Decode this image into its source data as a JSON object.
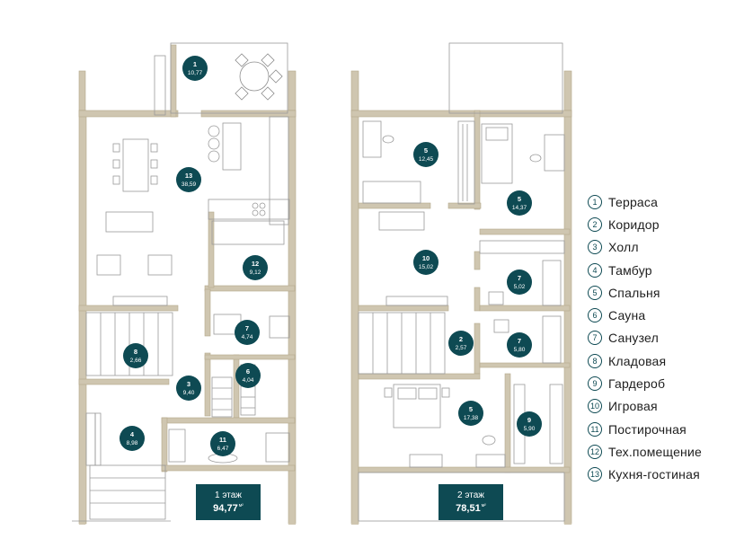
{
  "floors": [
    {
      "title": "1 этаж",
      "area": "94,77",
      "unit": "м²",
      "rooms": [
        {
          "num": "1",
          "area": "10,77"
        },
        {
          "num": "13",
          "area": "38,59"
        },
        {
          "num": "12",
          "area": "9,12"
        },
        {
          "num": "7",
          "area": "4,74"
        },
        {
          "num": "8",
          "area": "2,66"
        },
        {
          "num": "3",
          "area": "9,40"
        },
        {
          "num": "6",
          "area": "4,04"
        },
        {
          "num": "4",
          "area": "8,98"
        },
        {
          "num": "11",
          "area": "6,47"
        }
      ]
    },
    {
      "title": "2 этаж",
      "area": "78,51",
      "unit": "м²",
      "rooms": [
        {
          "num": "5",
          "area": "12,45"
        },
        {
          "num": "5",
          "area": "14,37"
        },
        {
          "num": "10",
          "area": "15,02"
        },
        {
          "num": "7",
          "area": "5,02"
        },
        {
          "num": "2",
          "area": "2,57"
        },
        {
          "num": "7",
          "area": "5,80"
        },
        {
          "num": "5",
          "area": "17,38"
        },
        {
          "num": "9",
          "area": "5,90"
        }
      ]
    }
  ],
  "legend": [
    {
      "num": "1",
      "label": "Терраса"
    },
    {
      "num": "2",
      "label": "Коридор"
    },
    {
      "num": "3",
      "label": "Холл"
    },
    {
      "num": "4",
      "label": "Тамбур"
    },
    {
      "num": "5",
      "label": "Спальня"
    },
    {
      "num": "6",
      "label": "Сауна"
    },
    {
      "num": "7",
      "label": "Санузел"
    },
    {
      "num": "8",
      "label": "Кладовая"
    },
    {
      "num": "9",
      "label": "Гардероб"
    },
    {
      "num": "10",
      "label": "Игровая"
    },
    {
      "num": "11",
      "label": "Постирочная"
    },
    {
      "num": "12",
      "label": "Тех.помещение"
    },
    {
      "num": "13",
      "label": "Кухня-гостиная"
    }
  ],
  "colors": {
    "wall": "#cfc6b0",
    "wall_stroke": "#b5a98c",
    "line": "#8d8d8d",
    "marker": "#0e4a53"
  }
}
